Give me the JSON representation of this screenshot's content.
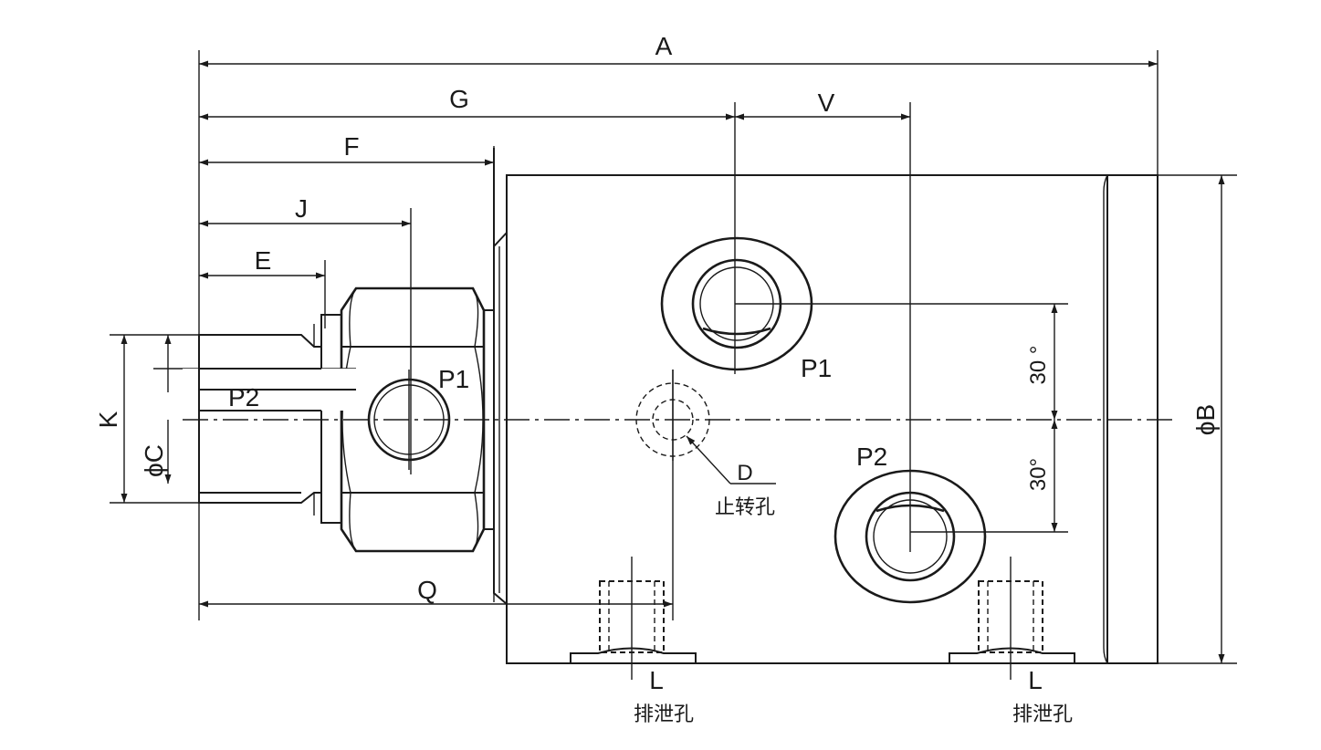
{
  "dimensions": {
    "A": "A",
    "G": "G",
    "V": "V",
    "F": "F",
    "J": "J",
    "E": "E",
    "K": "K",
    "C": "ϕC",
    "B": "ϕB",
    "Q": "Q",
    "angle_top": "30 °",
    "angle_bottom": "30°"
  },
  "ports": {
    "p1_right": "P1",
    "p1_left": "P1",
    "p2_right": "P2",
    "p2_left": "P2"
  },
  "anti_rotation_hole": {
    "code": "D",
    "name": "止转孔"
  },
  "drain_holes": [
    {
      "code": "L",
      "name": "排泄孔"
    },
    {
      "code": "L",
      "name": "排泄孔"
    }
  ]
}
